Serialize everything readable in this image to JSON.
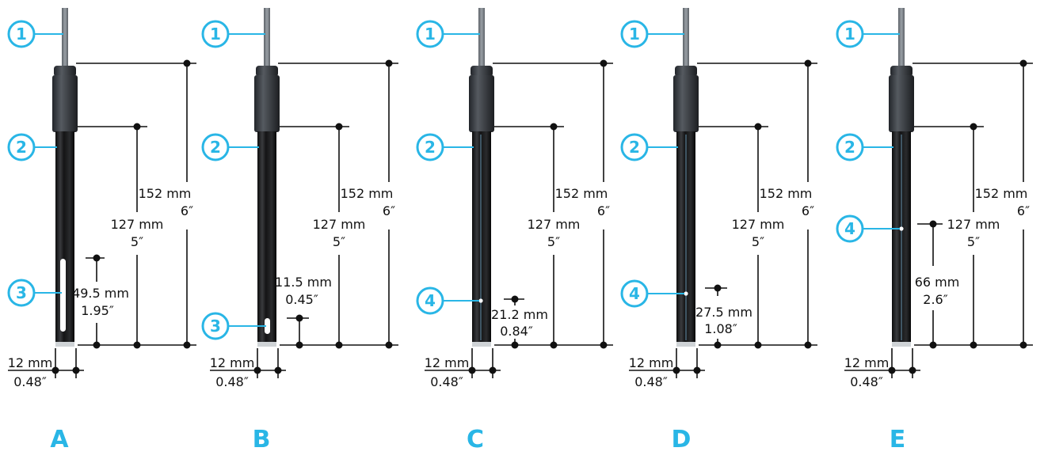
{
  "colors": {
    "accent": "#29b6e6",
    "line": "#111111",
    "body_dark": "#1b1c1e",
    "cap": "#3a3d41",
    "cable": "#7f858b"
  },
  "icons": [
    "electrode-probe-icon",
    "dimension-marker-icon"
  ],
  "probes": [
    {
      "id": "a",
      "letter": "A",
      "callouts": [
        {
          "num": "1"
        },
        {
          "num": "2"
        },
        {
          "num": "3"
        }
      ],
      "total_length": {
        "mm": "152 mm",
        "in": "6″"
      },
      "body_length": {
        "mm": "127 mm",
        "in": "5″"
      },
      "element": {
        "mm": "49.5 mm",
        "in": "1.95″"
      },
      "diameter": {
        "mm": "12 mm",
        "in": "0.48″"
      }
    },
    {
      "id": "b",
      "letter": "B",
      "callouts": [
        {
          "num": "1"
        },
        {
          "num": "2"
        },
        {
          "num": "3"
        }
      ],
      "total_length": {
        "mm": "152 mm",
        "in": "6″"
      },
      "body_length": {
        "mm": "127 mm",
        "in": "5″"
      },
      "element": {
        "mm": "11.5 mm",
        "in": "0.45″"
      },
      "diameter": {
        "mm": "12 mm",
        "in": "0.48″"
      }
    },
    {
      "id": "c",
      "letter": "C",
      "callouts": [
        {
          "num": "1"
        },
        {
          "num": "2"
        },
        {
          "num": "4"
        }
      ],
      "total_length": {
        "mm": "152 mm",
        "in": "6″"
      },
      "body_length": {
        "mm": "127 mm",
        "in": "5″"
      },
      "element": {
        "mm": "21.2 mm",
        "in": "0.84″"
      },
      "diameter": {
        "mm": "12 mm",
        "in": "0.48″"
      }
    },
    {
      "id": "d",
      "letter": "D",
      "callouts": [
        {
          "num": "1"
        },
        {
          "num": "2"
        },
        {
          "num": "4"
        }
      ],
      "total_length": {
        "mm": "152 mm",
        "in": "6″"
      },
      "body_length": {
        "mm": "127 mm",
        "in": "5″"
      },
      "element": {
        "mm": "27.5 mm",
        "in": "1.08″"
      },
      "diameter": {
        "mm": "12 mm",
        "in": "0.48″"
      }
    },
    {
      "id": "e",
      "letter": "E",
      "callouts": [
        {
          "num": "1"
        },
        {
          "num": "2"
        },
        {
          "num": "4"
        }
      ],
      "total_length": {
        "mm": "152 mm",
        "in": "6″"
      },
      "body_length": {
        "mm": "127 mm",
        "in": "5″"
      },
      "element": {
        "mm": "66 mm",
        "in": "2.6″"
      },
      "diameter": {
        "mm": "12 mm",
        "in": "0.48″"
      }
    }
  ]
}
